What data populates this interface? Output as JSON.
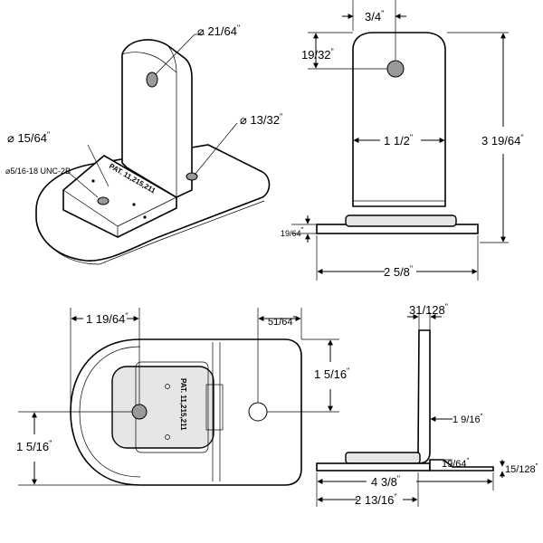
{
  "views": {
    "iso": {
      "hole_top": "21/64",
      "hole_right": "13/32",
      "hole_left": "15/64",
      "thread": "5/16-18 UNC-2B",
      "patent": "PAT. 11,215,211",
      "dia_symbol": "⌀"
    },
    "front": {
      "top_width": "3/4",
      "hole_height": "19/32",
      "inner_width": "1 1/2",
      "total_height": "3 19/64",
      "base_thickness": "19/64",
      "total_width": "2 5/8"
    },
    "top": {
      "left_offset": "1 19/64",
      "right_offset": "51/64",
      "right_hole_height": "1 5/16",
      "left_hole_height": "1 5/16",
      "patent": "PAT. 11,215,211"
    },
    "side": {
      "top_thickness": "31/128",
      "height": "1 9/16",
      "base_step": "19/64",
      "plate_thickness": "15/128",
      "length": "4 3/8",
      "offset": "2 13/16"
    }
  }
}
